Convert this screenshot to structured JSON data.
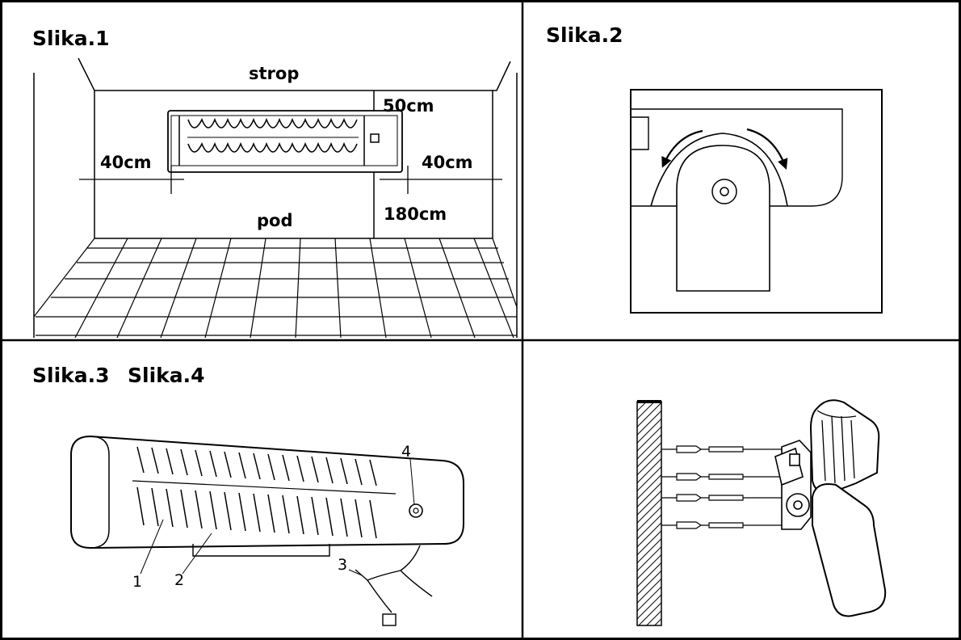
{
  "panels": {
    "slika1": {
      "title": "Slika.1",
      "ceiling": "strop",
      "floor": "pod",
      "dim_top": "50cm",
      "dim_left": "40cm",
      "dim_right": "40cm",
      "dim_bottom": "180cm"
    },
    "slika2": {
      "title": "Slika.2"
    },
    "slika3": {
      "title": "Slika.3",
      "callouts": [
        "1",
        "2",
        "3",
        "4"
      ]
    },
    "slika4": {
      "title": "Slika.4"
    }
  },
  "colors": {
    "line": "#000000",
    "background": "#ffffff"
  },
  "icons": [
    "heater-icon",
    "mounting-bracket-icon",
    "wall-mount-icon"
  ]
}
